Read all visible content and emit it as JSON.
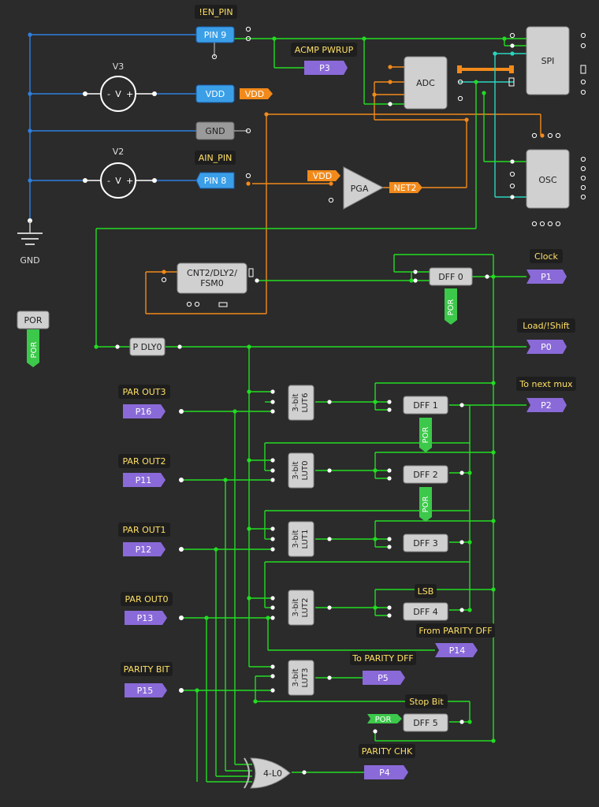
{
  "colors": {
    "background": "#2b2b2b",
    "wire_green": "#22dd22",
    "wire_blue": "#2f7fe0",
    "wire_orange": "#f28a1b",
    "wire_teal": "#2ad6c0",
    "pin_blue": "#3b9fe8",
    "port_purple": "#8a6ad8",
    "label_yellow": "#ffe066",
    "por_green": "#3cc84a"
  },
  "labels": {
    "en_pin": "!EN_PIN",
    "acmp_pwrup": "ACMP PWRUP",
    "v3": "V3",
    "v2": "V2",
    "ain_pin": "AIN_PIN",
    "gnd_text": "GND",
    "clock": "Clock",
    "load_shift": "Load/!Shift",
    "to_next_mux": "To next mux",
    "par_out3": "PAR OUT3",
    "par_out2": "PAR OUT2",
    "par_out1": "PAR OUT1",
    "par_out0": "PAR OUT0",
    "parity_bit": "PARITY BIT",
    "lsb": "LSB",
    "from_parity_dff": "From PARITY DFF",
    "to_parity_dff": "To PARITY DFF",
    "stop_bit": "Stop Bit",
    "parity_chk": "PARITY CHK",
    "voltmeter": "V",
    "minus": "-",
    "plus": "+"
  },
  "blocks": {
    "pin9": "PIN 9",
    "vdd": "VDD",
    "gnd": "GND",
    "pin8": "PIN 8",
    "adc": "ADC",
    "spi": "SPI",
    "osc": "OSC",
    "pga": "PGA",
    "cnt_line1": "CNT2/DLY2/",
    "cnt_line2": "FSM0",
    "dff0": "DFF 0",
    "dff1": "DFF 1",
    "dff2": "DFF 2",
    "dff3": "DFF 3",
    "dff4": "DFF 4",
    "dff5": "DFF 5",
    "pdly0": "P DLY0",
    "por": "POR",
    "lut_bits": "3-bit",
    "lut6": "LUT6",
    "lut0": "LUT0",
    "lut1": "LUT1",
    "lut2": "LUT2",
    "lut3": "LUT3",
    "xor": "4-L0"
  },
  "tags": {
    "p3": "P3",
    "vdd_out": "VDD",
    "vdd_in": "VDD",
    "net2": "NET2",
    "p1": "P1",
    "p0": "P0",
    "p2": "P2",
    "p16": "P16",
    "p11": "P11",
    "p12": "P12",
    "p13": "P13",
    "p14": "P14",
    "p5": "P5",
    "p15": "P15",
    "p4": "P4",
    "por_dff1": "POR",
    "por_dff2": "POR",
    "por_dff0": "POR",
    "por_left": "POR",
    "por_dff5": "POR"
  }
}
